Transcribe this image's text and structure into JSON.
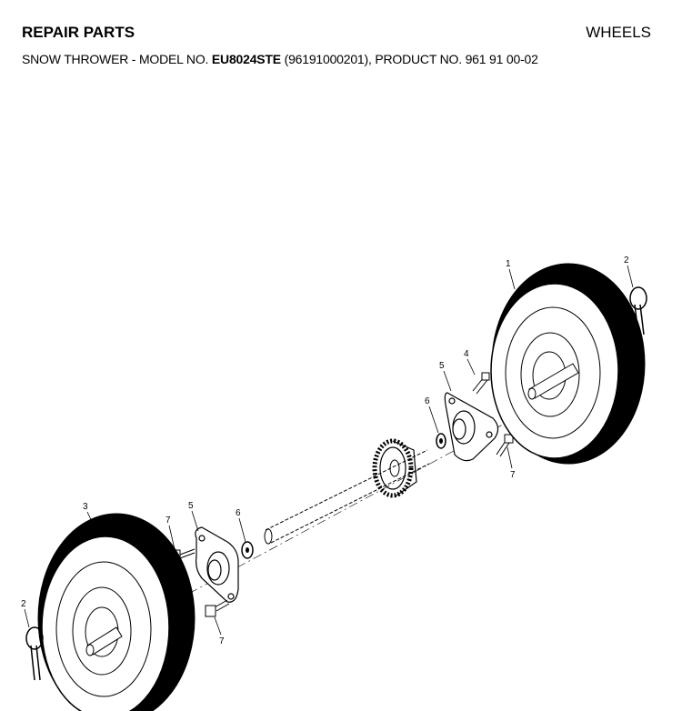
{
  "header": {
    "title": "REPAIR PARTS",
    "section": "WHEELS",
    "sub_prefix": "SNOW THROWER - MODEL NO. ",
    "model": "EU8024STE",
    "sub_suffix": " (96191000201), PRODUCT NO. 961 91 00-02"
  },
  "callouts": {
    "c1": "1",
    "c2a": "2",
    "c2b": "2",
    "c3": "3",
    "c4": "4",
    "c5a": "5",
    "c5b": "5",
    "c6a": "6",
    "c6b": "6",
    "c7a": "7",
    "c7b": "7",
    "c7c": "7"
  }
}
